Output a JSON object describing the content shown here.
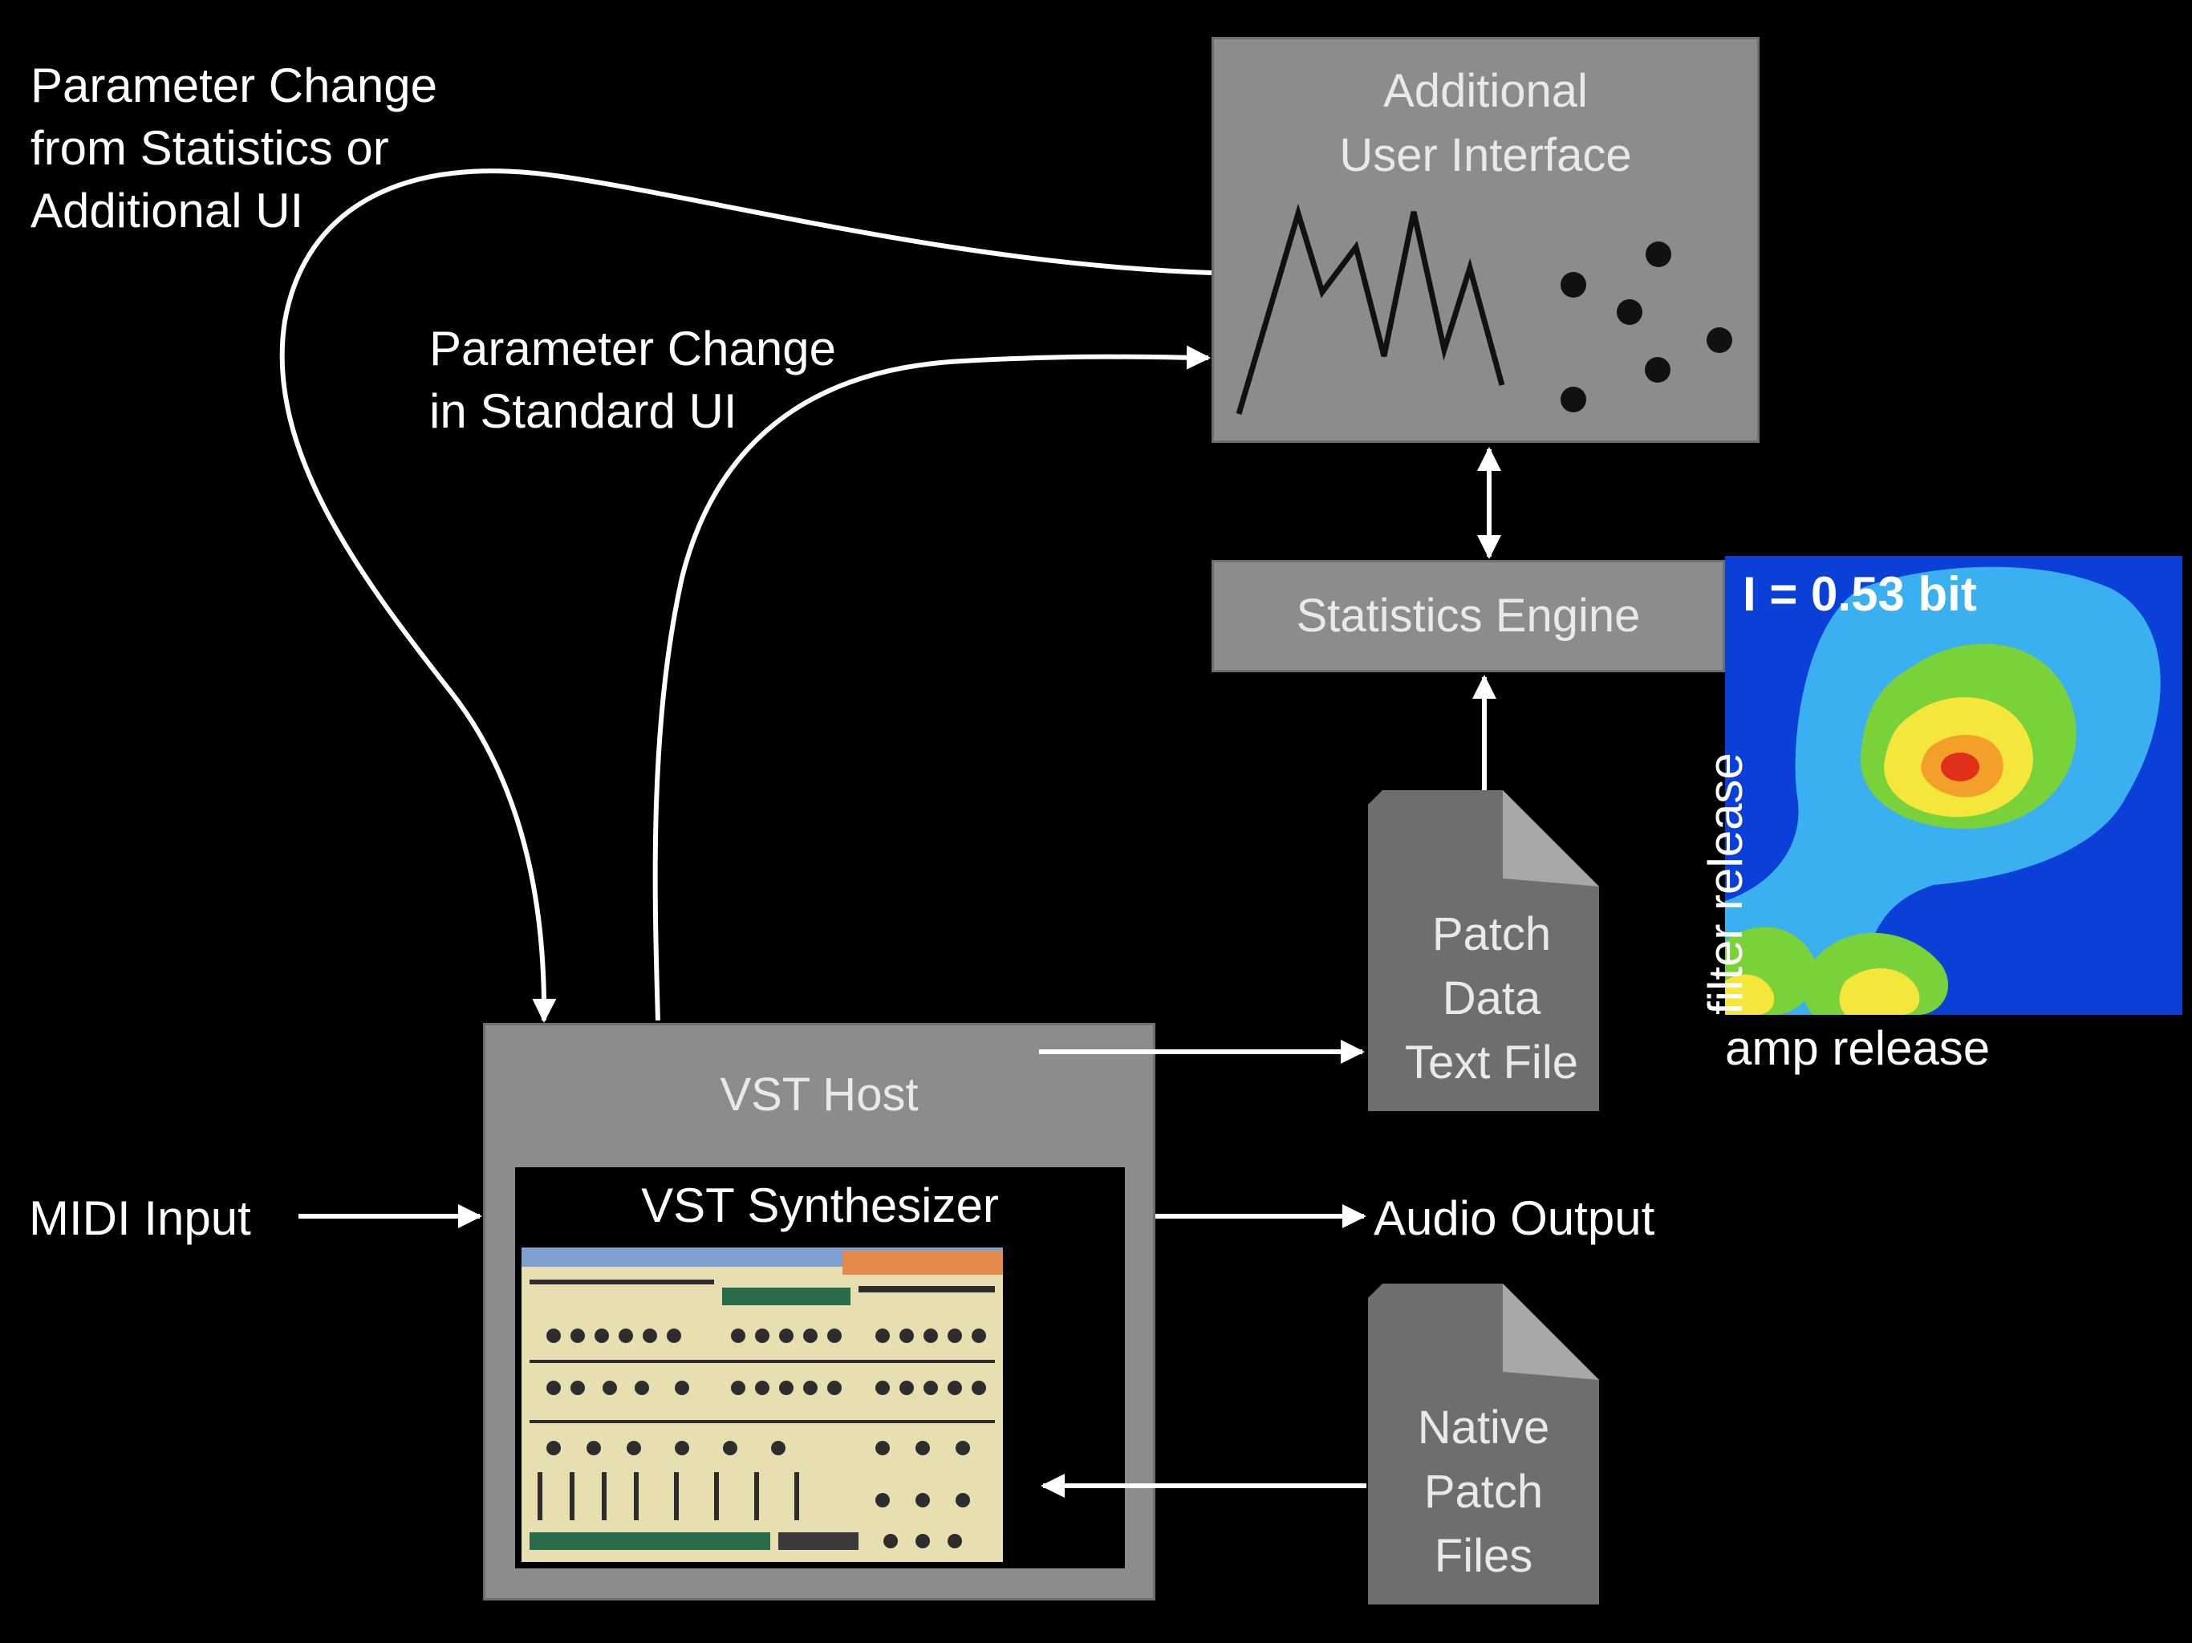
{
  "labels": {
    "param_change_stats": [
      "Parameter Change",
      "from Statistics or",
      "Additional UI"
    ],
    "param_change_standard": [
      "Parameter Change",
      "in Standard UI"
    ],
    "midi_input": "MIDI Input",
    "audio_output": "Audio Output"
  },
  "boxes": {
    "additional_ui": [
      "Additional",
      "User Interface"
    ],
    "statistics_engine": "Statistics Engine",
    "vst_host": "VST Host",
    "vst_synth": "VST Synthesizer",
    "patch_data_file": [
      "Patch",
      "Data",
      "Text File"
    ],
    "native_patch_files": [
      "Native",
      "Patch",
      "Files"
    ]
  },
  "heatmap": {
    "title": "I = 0.53 bit",
    "xlabel": "amp release",
    "ylabel": "filter release",
    "colors": [
      "#0a3fd8",
      "#3ab0f0",
      "#7ad23a",
      "#f5e63c",
      "#f3a02a",
      "#e0301a"
    ]
  },
  "colors": {
    "background": "#000000",
    "box_fill": "#8c8c8c",
    "arrow": "#ffffff",
    "doc_fill": "#6e6e6e"
  }
}
